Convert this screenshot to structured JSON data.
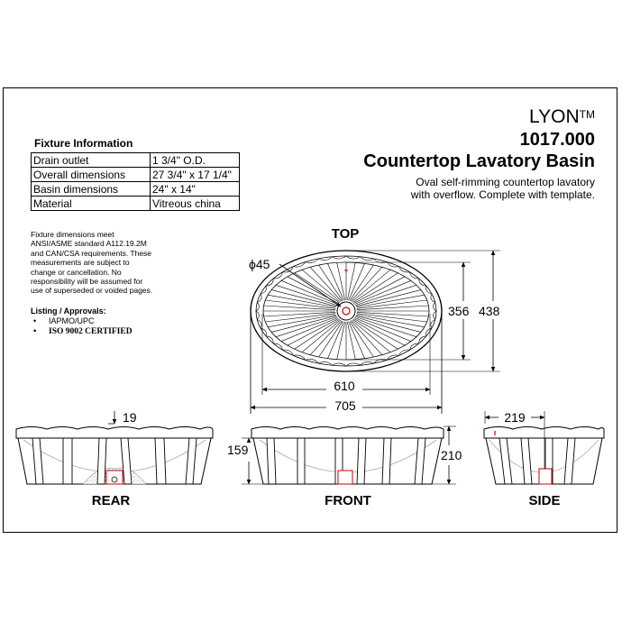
{
  "product": {
    "name": "LYON",
    "trademark": "TM",
    "model": "1017.000",
    "title": "Countertop Lavatory Basin",
    "description_lines": [
      "Oval self-rimming countertop lavatory",
      "with overflow.  Complete with template."
    ]
  },
  "fixture_info": {
    "heading": "Fixture Information",
    "rows": [
      {
        "label": "Drain outlet",
        "value": "1 3/4\" O.D."
      },
      {
        "label": "Overall dimensions",
        "value": "27 3/4\" x  17 1/4\""
      },
      {
        "label": "Basin dimensions",
        "value": "24\" x  14\""
      },
      {
        "label": "Material",
        "value": "Vitreous china"
      }
    ]
  },
  "compliance_note_lines": [
    "Fixture dimensions meet",
    "ANSI/ASME standard A112.19.2M",
    "and CAN/CSA requirements.  These",
    "measurements are subject to",
    "change or cancellation. No",
    "responsibility will be assumed for",
    "use of superseded or voided pages."
  ],
  "listings": {
    "heading": "Listing / Approvals:",
    "items": [
      "IAPMO/UPC",
      "ISO 9002 CERTIFIED"
    ]
  },
  "views": {
    "top": "TOP",
    "rear": "REAR",
    "front": "FRONT",
    "side": "SIDE"
  },
  "dimensions": {
    "drain_diameter": "ϕ45",
    "basin_width": "356",
    "overall_width": "438",
    "basin_length": "610",
    "overall_length": "705",
    "rear_offset": "19",
    "front_depth": "159",
    "overall_height": "210",
    "side_depth": "219"
  }
}
